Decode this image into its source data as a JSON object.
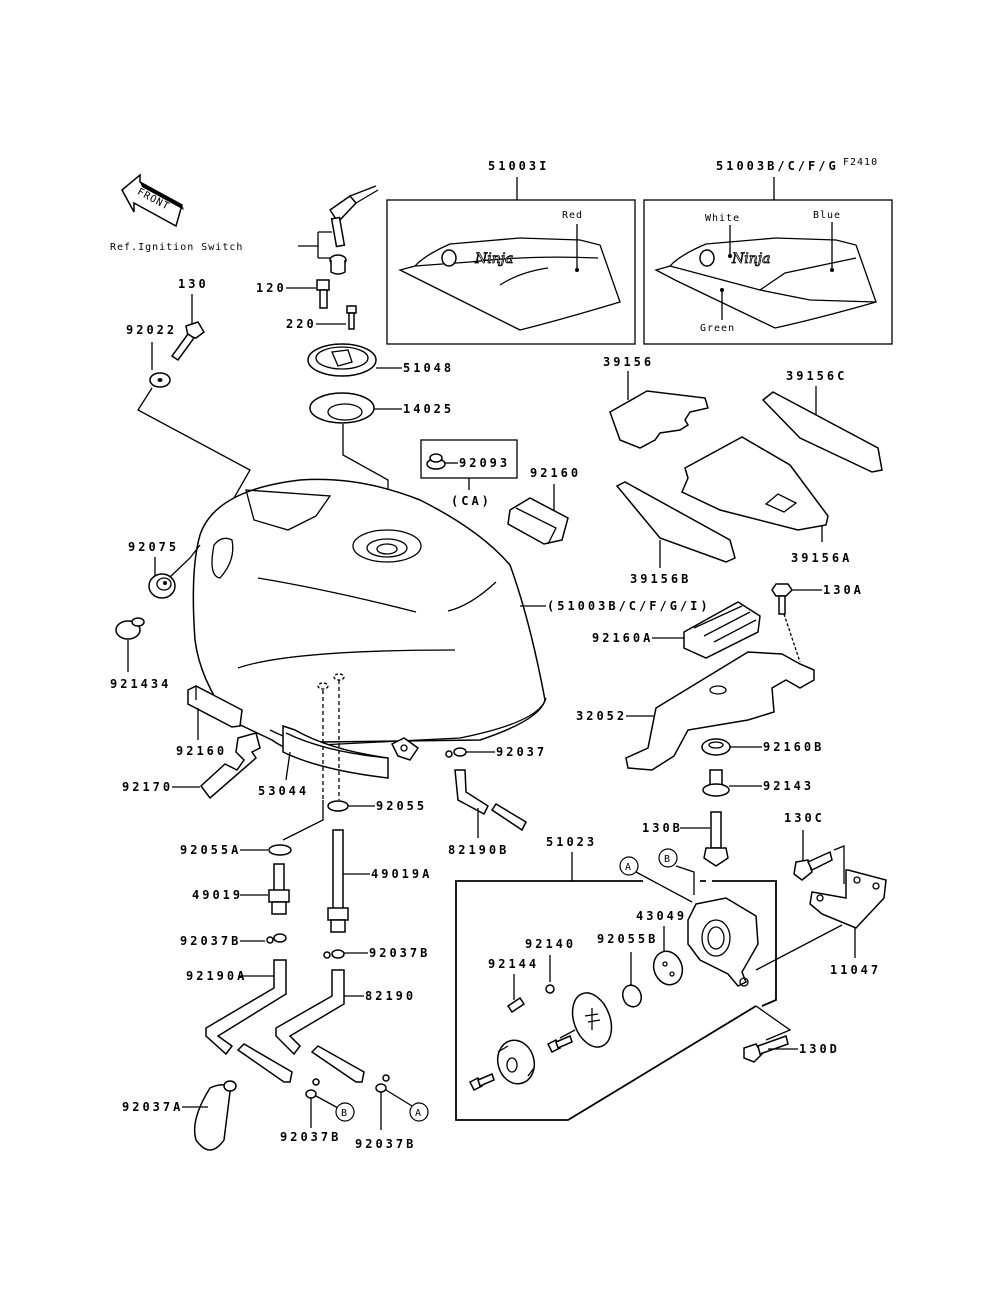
{
  "diagram": {
    "figure_code": "F2410",
    "front_indicator": "FRONT",
    "ref_note": "Ref.Ignition Switch",
    "insets": {
      "left": {
        "part_no": "51003I",
        "colors": [
          "Red"
        ]
      },
      "right": {
        "part_no": "51003B/C/F/G",
        "colors": [
          "White",
          "Blue",
          "Green"
        ]
      }
    },
    "tank_label": "(51003B/C/F/G/I)",
    "kit_group": {
      "part_no": "92093",
      "group_code": "(CA)"
    },
    "cock_group": {
      "part_no": "51023"
    },
    "callout_markers": [
      "A",
      "B"
    ],
    "parts": {
      "p130": "130",
      "p92022": "92022",
      "p120": "120",
      "p220": "220",
      "p51048": "51048",
      "p14025": "14025",
      "p92160_top": "92160",
      "p39156": "39156",
      "p39156C": "39156C",
      "p39156A": "39156A",
      "p39156B": "39156B",
      "p130A": "130A",
      "p92075": "92075",
      "p92143A": "921434",
      "p92160A": "92160A",
      "p32052": "32052",
      "p92160B": "92160B",
      "p92160_left": "92160",
      "p92170": "92170",
      "p53044": "53044",
      "p92037": "92037",
      "p92055": "92055",
      "p92143": "92143",
      "p82190B": "82190B",
      "p130B": "130B",
      "p130C": "130C",
      "p92055A": "92055A",
      "p49019": "49019",
      "p49019A": "49019A",
      "p92037B_l": "92037B",
      "p92037B_r": "92037B",
      "p92190A": "92190A",
      "p92190": "82190",
      "p92037A": "92037A",
      "p92037B_b1": "92037B",
      "p92037B_b2": "92037B",
      "p43049": "43049",
      "p92140": "92140",
      "p92055B": "92055B",
      "p92144": "92144",
      "p11047": "11047",
      "p130D": "130D"
    }
  }
}
